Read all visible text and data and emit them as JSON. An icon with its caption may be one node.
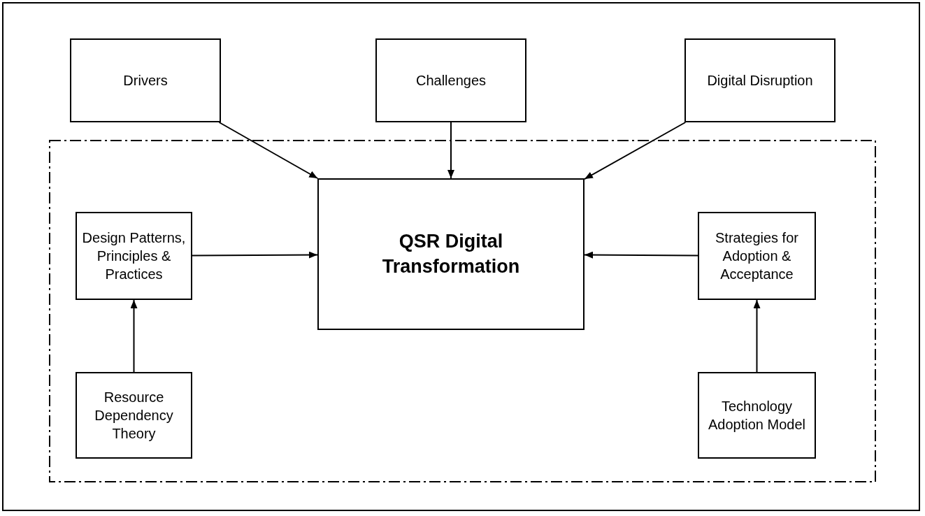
{
  "diagram": {
    "nodes": [
      {
        "text": [
          "Drivers"
        ]
      },
      {
        "text": [
          "Challenges"
        ]
      },
      {
        "text": [
          "Digital Disruption"
        ]
      },
      {
        "text": [],
        "shape": "box"
      },
      {
        "text": [
          "QSR Digital Transformation"
        ],
        "in": 3
      },
      {
        "text": [
          "Design Patterns, Principles & Practices"
        ],
        "in": 3
      },
      {
        "text": [
          "Strategies for Adoption & Acceptance"
        ],
        "in": 3
      },
      {
        "text": [
          "Resource Dependency Theory"
        ],
        "in": 3
      },
      {
        "text": [
          "Technology Adoption Model"
        ],
        "in": 3
      }
    ],
    "edges": [
      {
        "from": 0,
        "to": 4,
        "arrow": "to"
      },
      {
        "from": 1,
        "to": 4,
        "arrow": "to"
      },
      {
        "from": 2,
        "to": 4,
        "arrow": "to"
      },
      {
        "from": 5,
        "to": 4,
        "arrow": "to"
      },
      {
        "from": 6,
        "to": 4,
        "arrow": "to"
      },
      {
        "from": 7,
        "to": 5,
        "arrow": "to"
      },
      {
        "from": 8,
        "to": 6,
        "arrow": "to"
      }
    ]
  }
}
